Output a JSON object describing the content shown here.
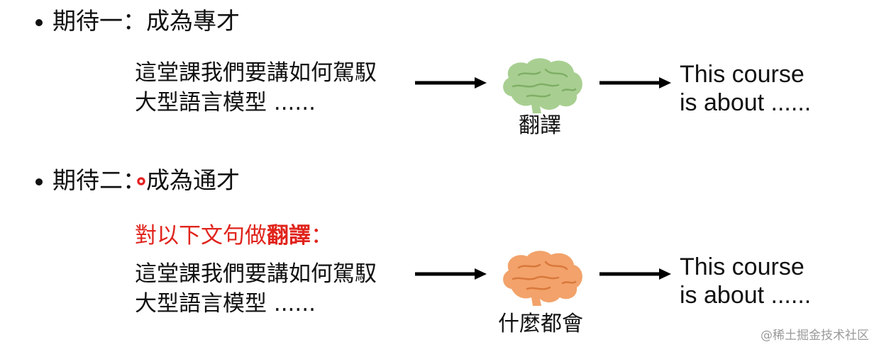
{
  "section1": {
    "bullet": "期待一：成為專才",
    "input_line1": "這堂課我們要講如何駕馭",
    "input_line2": "大型語言模型 ......",
    "caption": "翻譯",
    "output_line1": "This course",
    "output_line2": "is about ......"
  },
  "section2": {
    "bullet": "期待二：成為通才",
    "instruction_prefix": "對以下文句做",
    "instruction_bold": "翻譯",
    "instruction_suffix": "：",
    "input_line1": "這堂課我們要講如何駕馭",
    "input_line2": "大型語言模型 ......",
    "caption": "什麼都會",
    "output_line1": "This course",
    "output_line2": "is about ......"
  },
  "watermark": "@稀土掘金技术社区",
  "colors": {
    "text": "#111111",
    "instruction": "#e0241c",
    "brain_green": "#a8cf91",
    "brain_orange": "#f2a26a"
  },
  "icons": {
    "brain1": "brain-icon",
    "brain2": "brain-icon"
  }
}
